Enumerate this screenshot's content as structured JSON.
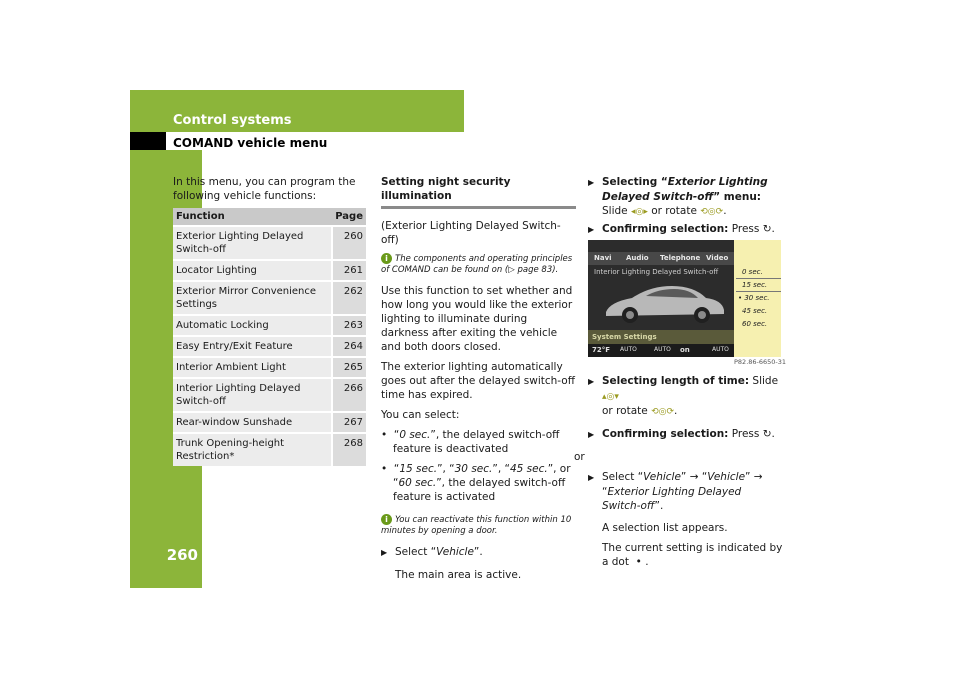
{
  "header": {
    "title": "Control systems",
    "subtitle": "COMAND vehicle menu",
    "page_number": "260"
  },
  "intro": "In this menu, you can program the following vehicle functions:",
  "table": {
    "headers": [
      "Function",
      "Page"
    ],
    "rows": [
      [
        "Exterior Lighting Delayed Switch-off",
        "260"
      ],
      [
        "Locator Lighting",
        "261"
      ],
      [
        "Exterior Mirror Convenience Settings",
        "262"
      ],
      [
        "Automatic Locking",
        "263"
      ],
      [
        "Easy Entry/Exit Feature",
        "264"
      ],
      [
        "Interior Ambient Light",
        "265"
      ],
      [
        "Interior Lighting Delayed Switch-off",
        "266"
      ],
      [
        "Rear-window Sunshade",
        "267"
      ],
      [
        "Trunk Opening-height Restriction*",
        "268"
      ]
    ]
  },
  "col2": {
    "section_title": "Setting night security illumination",
    "subtitle": "(Exterior Lighting Delayed Switch-off)",
    "note1": "The components and operating principles of COMAND can be found on (▷ page 83).",
    "p1": "Use this function to set whether and how long you would like the exterior lighting to illuminate during darkness after exiting the vehicle and both doors closed.",
    "p2": "The exterior lighting automatically goes out after the delayed switch-off time has expired.",
    "p3": "You can select:",
    "bullet1_opt": "0 sec.",
    "bullet1_rest": ", the delayed switch-off feature is deactivated",
    "bullet2_opts": [
      "15 sec.",
      "30 sec.",
      "45 sec.",
      "60 sec."
    ],
    "bullet2_rest": ", the delayed switch-off feature is activated",
    "note2": "You can reactivate this function within 10 minutes by opening a door.",
    "step1_pre": "Select “",
    "step1_em": "Vehicle",
    "step1_post": "”.",
    "step1_after": "The main area is active."
  },
  "col3": {
    "step_a_label": "Selecting “",
    "step_a_em": "Exterior Lighting Delayed Switch-off",
    "step_a_label2": "” menu:",
    "step_a_text": " Slide ",
    "step_a_or": " or rotate ",
    "step_b_label": "Confirming selection:",
    "step_b_text": " Press ",
    "step_c_label": "Selecting length of time:",
    "step_c_text": " Slide ",
    "step_c_or": "or rotate ",
    "step_d_label": "Confirming selection:",
    "step_d_text": " Press ",
    "or": "or",
    "step_e_pre": "Select “",
    "step_e_em1": "Vehicle",
    "step_e_mid1": "” → “",
    "step_e_em2": "Vehicle",
    "step_e_mid2": "” → “",
    "step_e_em3": "Exterior Lighting Delayed Switch-off",
    "step_e_post": "”.",
    "e_after1": "A selection list appears.",
    "e_after2": "The current setting is indicated by a dot",
    "e_after2_end": "."
  },
  "screen": {
    "menu": [
      "Navi",
      "Audio",
      "Telephone",
      "Video"
    ],
    "title": "Interior Lighting Delayed Switch-off",
    "bottom_label": "System Settings",
    "status": [
      "72°F",
      "AUTO",
      "AUTO",
      "on",
      "AUTO"
    ],
    "options": [
      "0 sec.",
      "15 sec.",
      "• 30 sec.",
      "45 sec.",
      "60 sec."
    ],
    "caption": "P82.86-6650-31"
  }
}
